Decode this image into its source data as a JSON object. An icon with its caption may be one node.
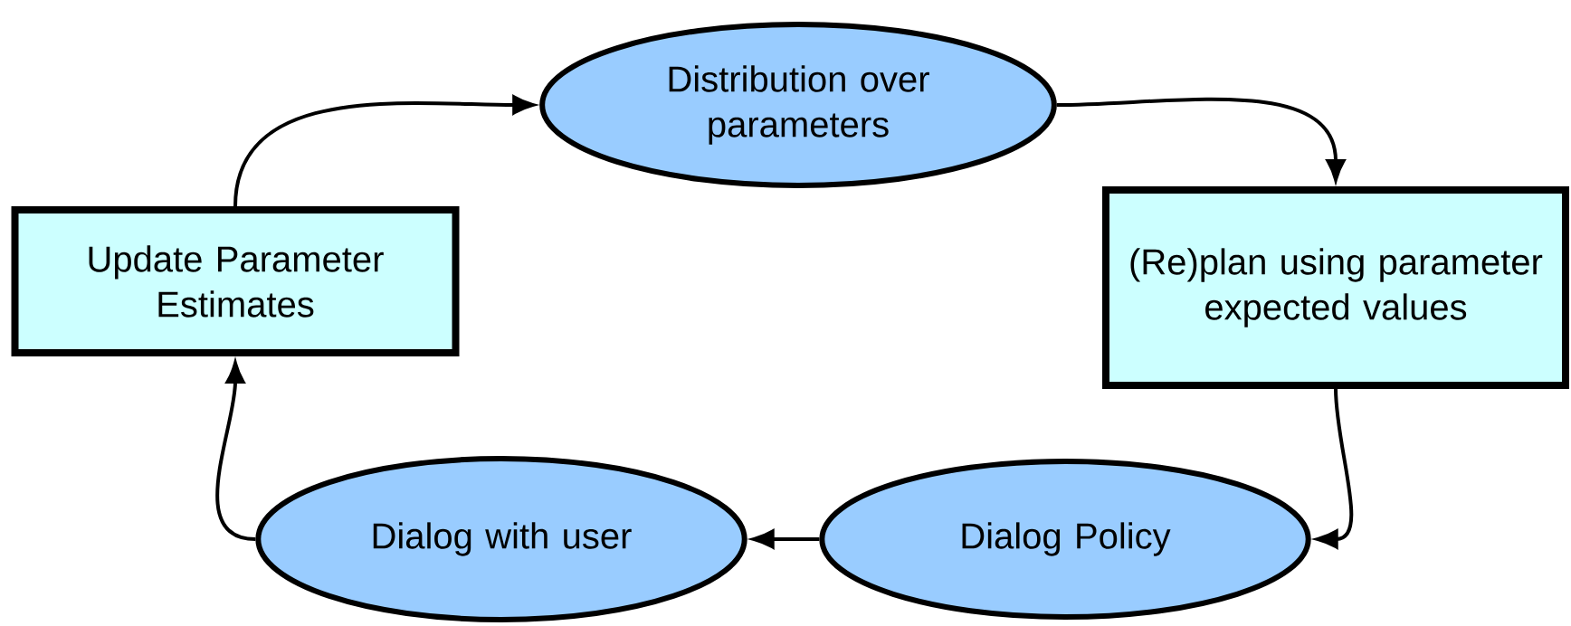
{
  "diagram": {
    "nodes": [
      {
        "text": [
          "Distribution over parameters"
        ]
      },
      {
        "text": [
          "(Re)plan using parameter expected values"
        ]
      },
      {
        "text": [
          "Dialog Policy"
        ]
      },
      {
        "text": [
          "Dialog with user"
        ]
      },
      {
        "text": [
          "Update Parameter Estimates"
        ]
      }
    ],
    "edges": [
      {
        "from": 4,
        "to": 0,
        "arrow": "to"
      },
      {
        "from": 0,
        "to": 1,
        "arrow": "to"
      },
      {
        "from": 1,
        "to": 2,
        "arrow": "to"
      },
      {
        "from": 2,
        "to": 3,
        "arrow": "to"
      },
      {
        "from": 3,
        "to": 4,
        "arrow": "to"
      }
    ]
  }
}
